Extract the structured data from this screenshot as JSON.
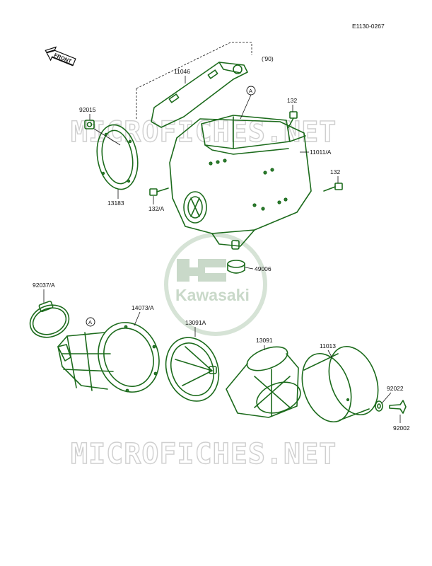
{
  "diagram_code": "E1130-0267",
  "front_marker": "FRONT",
  "year_note": "('90)",
  "watermark": "MICROFICHES.NET",
  "logo_text": "Kawasaki",
  "callout_letter": "A",
  "colors": {
    "parts": "#1c6b1c",
    "labels": "#111111",
    "watermark": "#cfcfcf",
    "logo": "#c9d9c9"
  },
  "parts": [
    {
      "number": "11046",
      "name": "bracket"
    },
    {
      "number": "92015",
      "name": "nut"
    },
    {
      "number": "132",
      "name": "bolt-upper-right"
    },
    {
      "number": "11011/A",
      "name": "air-cleaner-case"
    },
    {
      "number": "132",
      "name": "bolt-right"
    },
    {
      "number": "13183",
      "name": "plate"
    },
    {
      "number": "132/A",
      "name": "bolt-left"
    },
    {
      "number": "49006",
      "name": "cap"
    },
    {
      "number": "92037/A",
      "name": "clamp"
    },
    {
      "number": "14073/A",
      "name": "duct"
    },
    {
      "number": "13091A",
      "name": "element-holder"
    },
    {
      "number": "13091",
      "name": "element-frame"
    },
    {
      "number": "11013",
      "name": "filter-element"
    },
    {
      "number": "92022",
      "name": "washer"
    },
    {
      "number": "92002",
      "name": "wing-bolt"
    }
  ]
}
